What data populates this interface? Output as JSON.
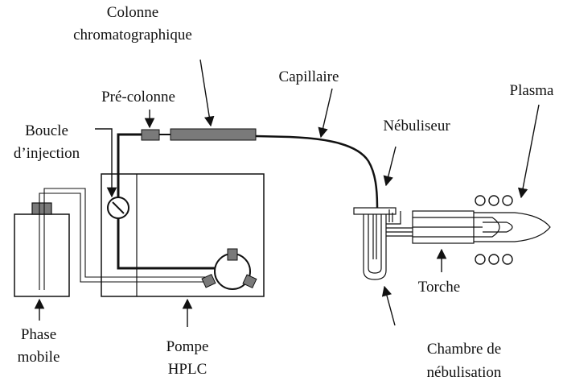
{
  "labels": {
    "colonne_l1": "Colonne",
    "colonne_l2": "chromatographique",
    "pre_colonne": "Pré-colonne",
    "capillaire": "Capillaire",
    "boucle_l1": "Boucle",
    "boucle_l2": "d’injection",
    "nebuliseur": "Nébuliseur",
    "plasma": "Plasma",
    "phase_l1": "Phase",
    "phase_l2": "mobile",
    "pompe_l1": "Pompe",
    "pompe_l2": "HPLC",
    "torche": "Torche",
    "chambre_l1": "Chambre de",
    "chambre_l2": "nébulisation"
  },
  "colors": {
    "line": "#111111",
    "component_fill": "#7a7a7a",
    "background": "#ffffff"
  }
}
